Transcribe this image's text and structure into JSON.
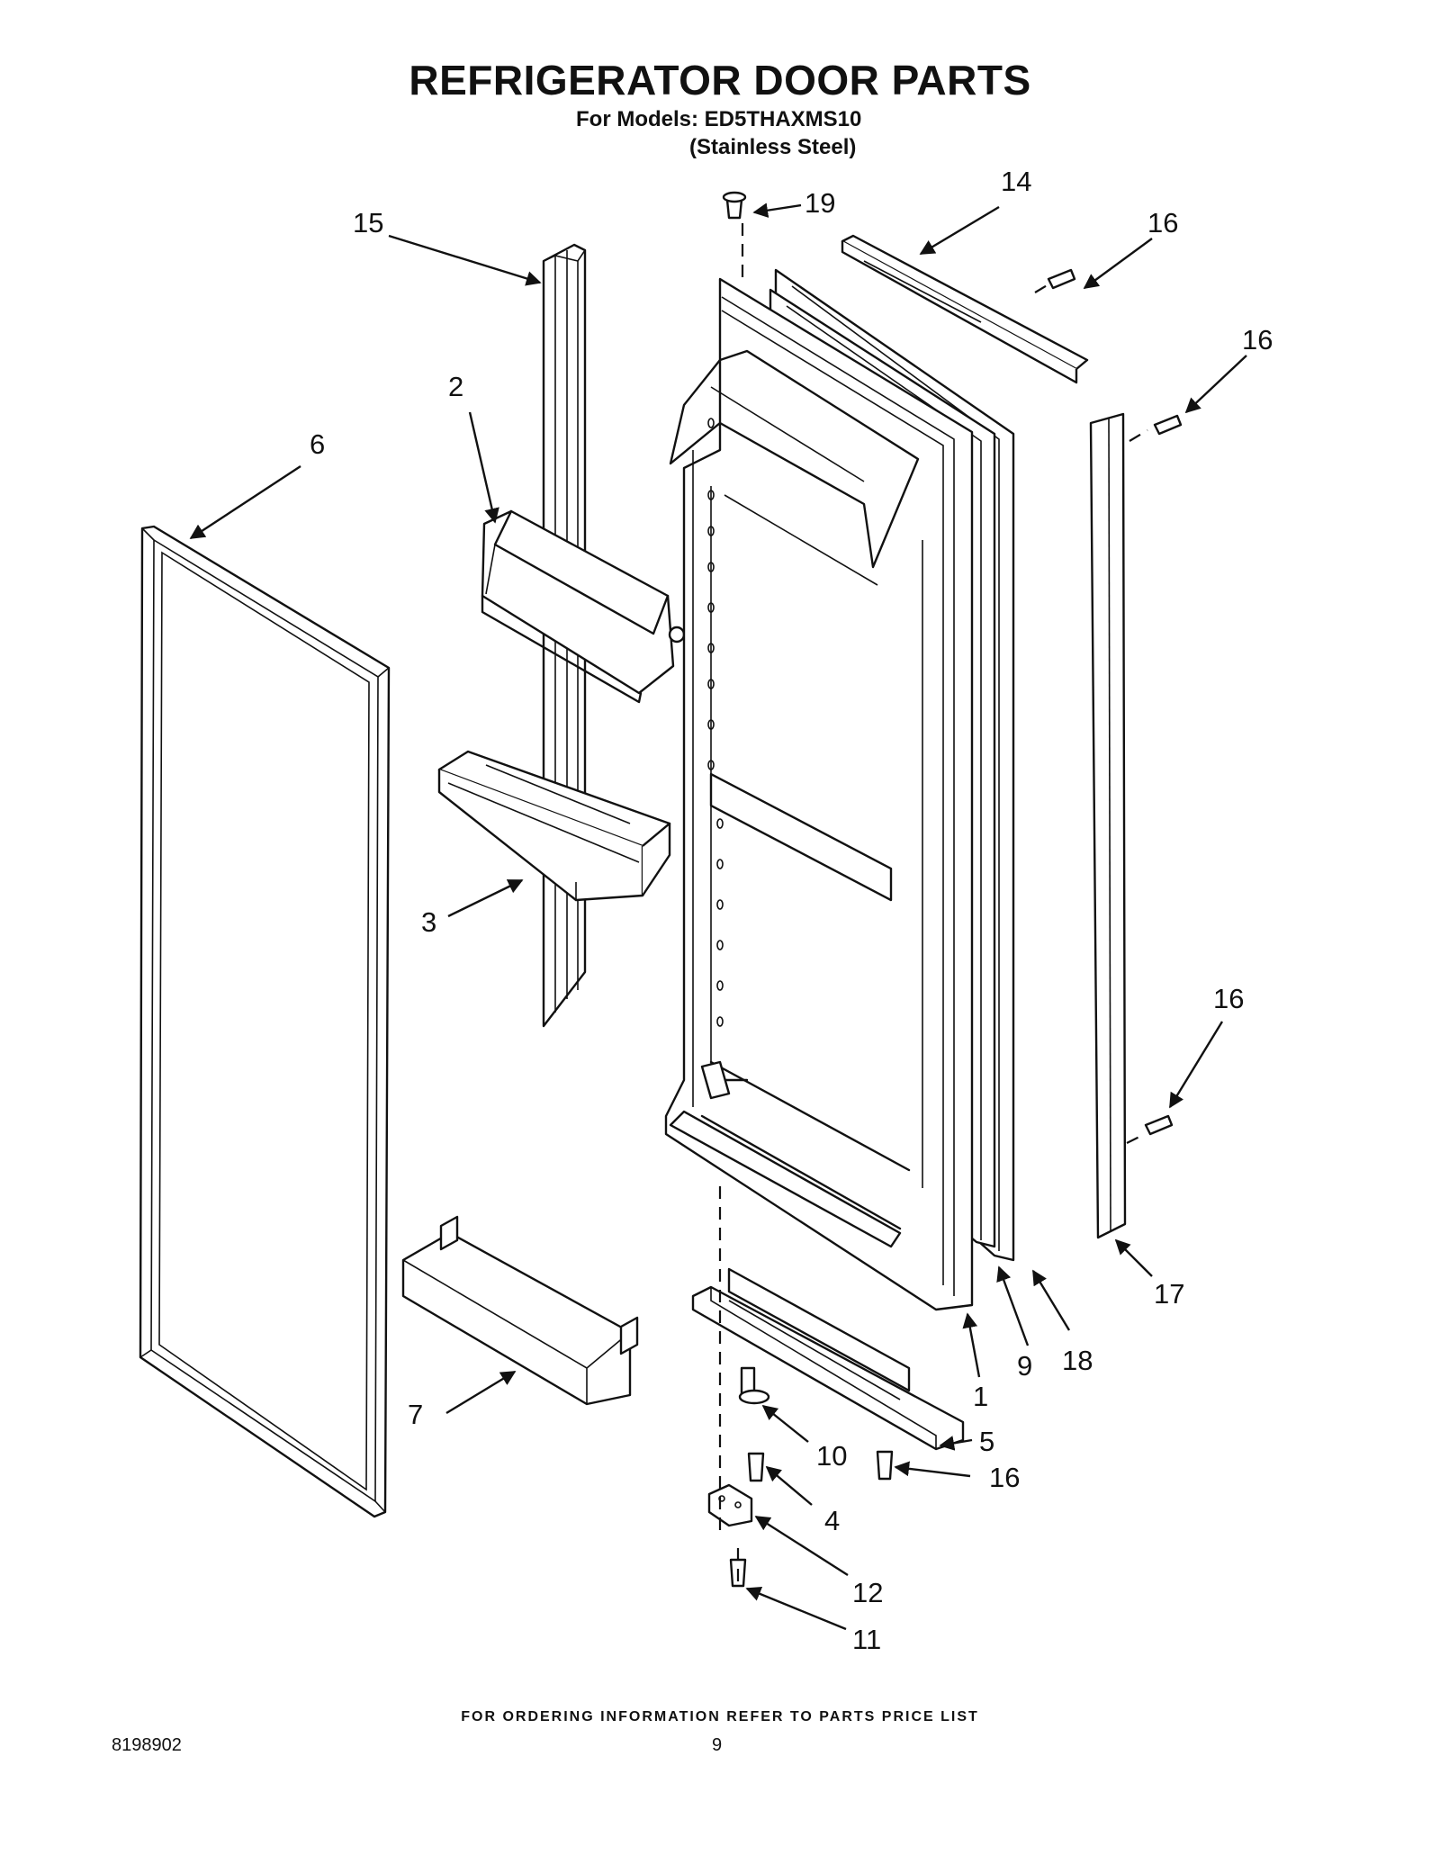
{
  "header": {
    "title": "REFRIGERATOR DOOR PARTS",
    "models_line": "For Models: ED5THAXMS10",
    "finish_line": "(Stainless Steel)"
  },
  "callouts": [
    {
      "id": "c15",
      "label": "15"
    },
    {
      "id": "c19",
      "label": "19"
    },
    {
      "id": "c14",
      "label": "14"
    },
    {
      "id": "c16a",
      "label": "16"
    },
    {
      "id": "c16b",
      "label": "16"
    },
    {
      "id": "c2",
      "label": "2"
    },
    {
      "id": "c6",
      "label": "6"
    },
    {
      "id": "c3",
      "label": "3"
    },
    {
      "id": "c16c",
      "label": "16"
    },
    {
      "id": "c17",
      "label": "17"
    },
    {
      "id": "c7",
      "label": "7"
    },
    {
      "id": "c1",
      "label": "1"
    },
    {
      "id": "c9",
      "label": "9"
    },
    {
      "id": "c18",
      "label": "18"
    },
    {
      "id": "c5",
      "label": "5"
    },
    {
      "id": "c10",
      "label": "10"
    },
    {
      "id": "c16d",
      "label": "16"
    },
    {
      "id": "c4",
      "label": "4"
    },
    {
      "id": "c12",
      "label": "12"
    },
    {
      "id": "c11",
      "label": "11"
    }
  ],
  "footer": {
    "ordering_note": "FOR ORDERING INFORMATION REFER TO PARTS PRICE LIST",
    "doc_number": "8198902",
    "page_number": "9"
  }
}
